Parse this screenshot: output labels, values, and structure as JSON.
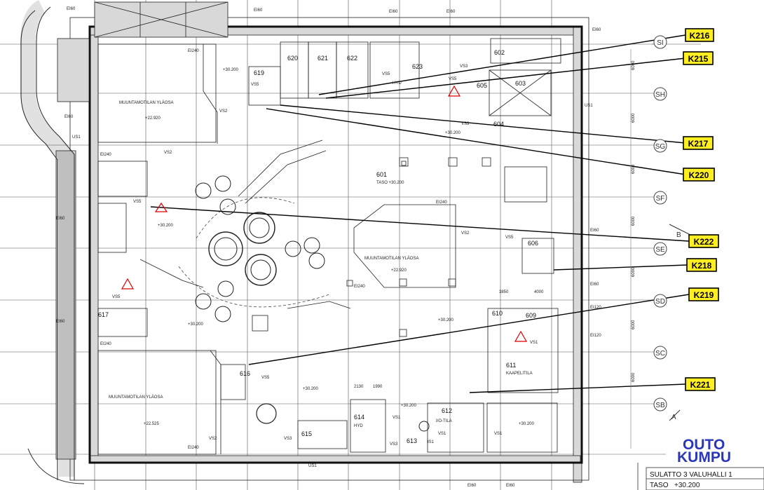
{
  "callouts": [
    {
      "id": "K216",
      "label": "K216"
    },
    {
      "id": "K215",
      "label": "K215"
    },
    {
      "id": "K217",
      "label": "K217"
    },
    {
      "id": "K220",
      "label": "K220"
    },
    {
      "id": "K222",
      "label": "K222"
    },
    {
      "id": "K218",
      "label": "K218"
    },
    {
      "id": "K219",
      "label": "K219"
    },
    {
      "id": "K221",
      "label": "K221"
    }
  ],
  "axes": [
    "SI",
    "SH",
    "SG",
    "SF",
    "SE",
    "SD",
    "SC",
    "SB"
  ],
  "rooms": [
    "601",
    "603",
    "604",
    "605",
    "606",
    "609",
    "610",
    "611",
    "612",
    "613",
    "614",
    "615",
    "616",
    "617",
    "619",
    "620",
    "621",
    "622",
    "623",
    "602"
  ],
  "room_labels": {
    "upper_left": "MUUNTAMOTILAN YLÄOSA",
    "center": "MUUNTAMOTILAN YLÄOSA",
    "lower_left": "MUUNTAMOTILAN YLÄOSA",
    "taso_601": "TASO +30.200",
    "kaapelitila": "KAAPELITILA",
    "io_tila": "I/O-TILA",
    "hyd": "HYD"
  },
  "tags": {
    "ei60": "EI60",
    "ei240": "EI240",
    "ei120": "EI120",
    "us1": "US1",
    "vs1": "VS1",
    "vs2": "VS2",
    "vs3": "VS3",
    "vs5": "VS5",
    "is1": "IS1",
    "lvl_30200": "+30.200",
    "lvl_22920": "+22.920",
    "lvl_22525": "+22.525"
  },
  "dims": {
    "d6000": "6000",
    "d3850": "3850",
    "d4000": "4000",
    "d2130": "2130",
    "d1990": "1990"
  },
  "section_marks": {
    "b": "B",
    "a": "A"
  },
  "title_block": {
    "line1": "SULATTO 3 VALUHALLI 1",
    "line2_label": "TASO",
    "line2_value": "+30.200",
    "logo_top": "OUTO",
    "logo_bottom": "KUMPU"
  },
  "colors": {
    "tag_fill": "#ffee22",
    "logo": "#2a38b8"
  }
}
